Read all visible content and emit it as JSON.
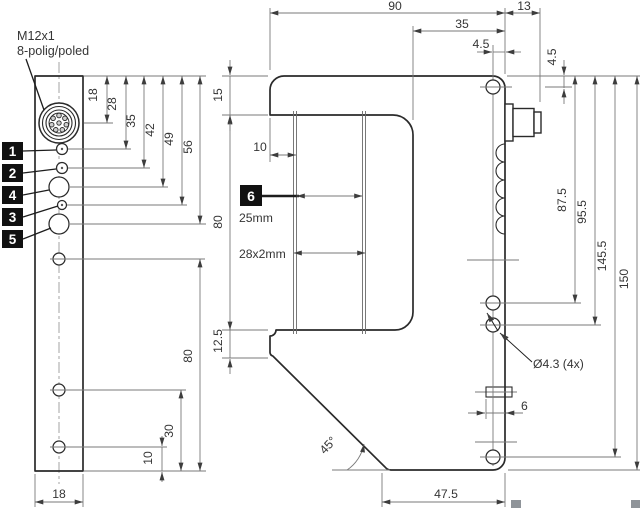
{
  "colors": {
    "outline": "#2a2a2a",
    "dimension_lines": "#7a7a7a",
    "callout_background": "#111111",
    "callout_text": "#ffffff"
  },
  "front_view": {
    "connector_label": {
      "line1": "M12x1",
      "line2": "8-polig/poled"
    },
    "callouts": [
      {
        "label": "1"
      },
      {
        "label": "2"
      },
      {
        "label": "4"
      },
      {
        "label": "3"
      },
      {
        "label": "5"
      }
    ],
    "dims": {
      "d18": "18",
      "d28": "28",
      "d35": "35",
      "d42": "42",
      "d49": "49",
      "d56": "56",
      "d80": "80",
      "d30": "30",
      "d10": "10",
      "width": "18"
    }
  },
  "side_view": {
    "callout6": {
      "label": "6",
      "note": "25mm"
    },
    "label_note": "28x2mm",
    "hole_note": "Ø4.3 (4x)",
    "angle": "45°",
    "dims": {
      "d90": "90",
      "d35": "35",
      "d13": "13",
      "d45h": "4.5",
      "d45v": "4.5",
      "d15": "15",
      "d10": "10",
      "d80": "80",
      "d125": "12.5",
      "d875": "87.5",
      "d955": "95.5",
      "d1455": "145.5",
      "d150": "150",
      "d6": "6",
      "d475": "47.5"
    }
  }
}
